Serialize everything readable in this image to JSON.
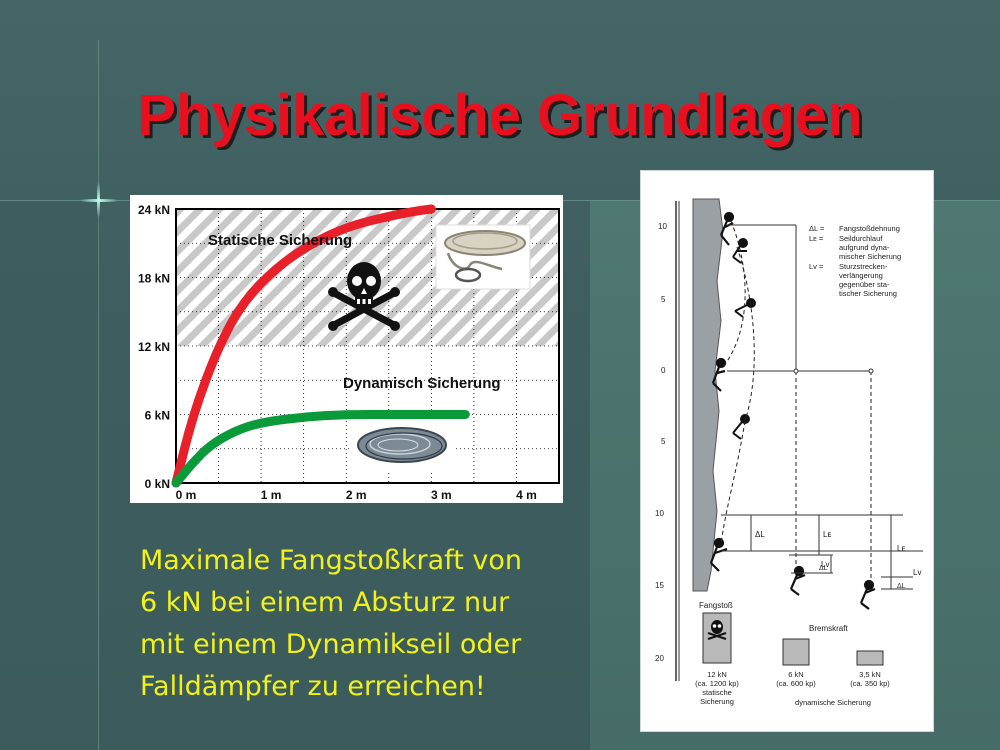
{
  "slide": {
    "title": "Physikalische Grundlagen",
    "body_lines": [
      "Maximale Fangstoßkraft von",
      "6 kN  bei einem Absturz nur",
      "mit einem Dynamikseil oder",
      "Falldämpfer zu erreichen!"
    ]
  },
  "chart_data": {
    "type": "line",
    "x_ticks": [
      "0 m",
      "1 m",
      "2 m",
      "3 m",
      "4 m"
    ],
    "y_ticks": [
      "0 kN",
      "6 kN",
      "12 kN",
      "18 kN",
      "24 kN"
    ],
    "xlim": [
      0,
      4.5
    ],
    "ylim": [
      0,
      24
    ],
    "series": [
      {
        "name": "Statische Sicherung",
        "color": "#e8202a",
        "x": [
          0,
          0.2,
          0.5,
          0.8,
          1.2,
          1.6,
          2.0,
          2.4,
          2.8,
          3.0
        ],
        "y": [
          0,
          6,
          12,
          16,
          19,
          21,
          22.4,
          23.2,
          23.8,
          24
        ]
      },
      {
        "name": "Dynamisch Sicherung",
        "color": "#0a9a3a",
        "x": [
          0,
          0.2,
          0.4,
          0.7,
          1.0,
          1.5,
          2.0,
          2.5,
          3.0,
          3.4
        ],
        "y": [
          0,
          1.8,
          3.3,
          4.6,
          5.3,
          5.8,
          6.0,
          6.0,
          6.0,
          6.0
        ]
      }
    ],
    "danger_zone_from": 12,
    "grid": true
  },
  "diagram": {
    "scale_labels": [
      "10",
      "5",
      "0",
      "5",
      "10",
      "15",
      "20"
    ],
    "legend": [
      {
        "symbol": "ΔL =",
        "text": [
          "Fangstoßdehnung"
        ]
      },
      {
        "symbol": "Lᴇ =",
        "text": [
          "Seildurchlauf",
          "aufgrund dyna-",
          "mischer Sicherung"
        ]
      },
      {
        "symbol": "Lᴠ =",
        "text": [
          "Sturzstrecken-",
          "verlängerung",
          "gegenüber sta-",
          "tischer Sicherung"
        ]
      }
    ],
    "labels": {
      "fangstoss": "Fangstoß",
      "bremskraft": "Bremskraft",
      "dl": "ΔL",
      "le": "Lᴇ",
      "lv": "Lᴠ",
      "dynamische": "dynamische Sicherung"
    },
    "boxes": [
      {
        "kn": "12 kN",
        "kp": "(ca. 1200 kp)",
        "caption": [
          "statische",
          "Sicherung"
        ]
      },
      {
        "kn": "6 kN",
        "kp": "(ca. 600 kp)"
      },
      {
        "kn": "3,5 kN",
        "kp": "(ca. 350 kp)"
      }
    ]
  }
}
